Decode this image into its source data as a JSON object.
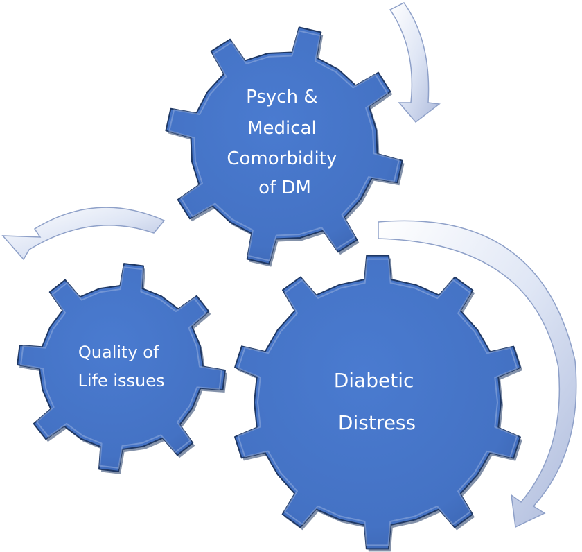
{
  "diagram": {
    "gears": [
      {
        "id": "psych",
        "label_lines": [
          "Psych &",
          "Medical",
          "Comorbidity",
          "of DM"
        ]
      },
      {
        "id": "quality",
        "label_lines": [
          "Quality of",
          "Life issues"
        ]
      },
      {
        "id": "distress",
        "label_lines": [
          "Diabetic",
          "Distress"
        ]
      }
    ],
    "colors": {
      "gear_fill": "#4472C4",
      "gear_edge": "#1F3864",
      "gear_highlight": "#8FAADC",
      "label_text": "#FFFFFF",
      "arrow_fill": "#DCE3F2",
      "arrow_edge": "#8EA0C8"
    },
    "arrows": [
      {
        "name": "arrow-top-right",
        "icon": "curved-arrow-down"
      },
      {
        "name": "arrow-top-left",
        "icon": "curved-arrow-left"
      },
      {
        "name": "arrow-right",
        "icon": "curved-arrow-down"
      }
    ]
  }
}
